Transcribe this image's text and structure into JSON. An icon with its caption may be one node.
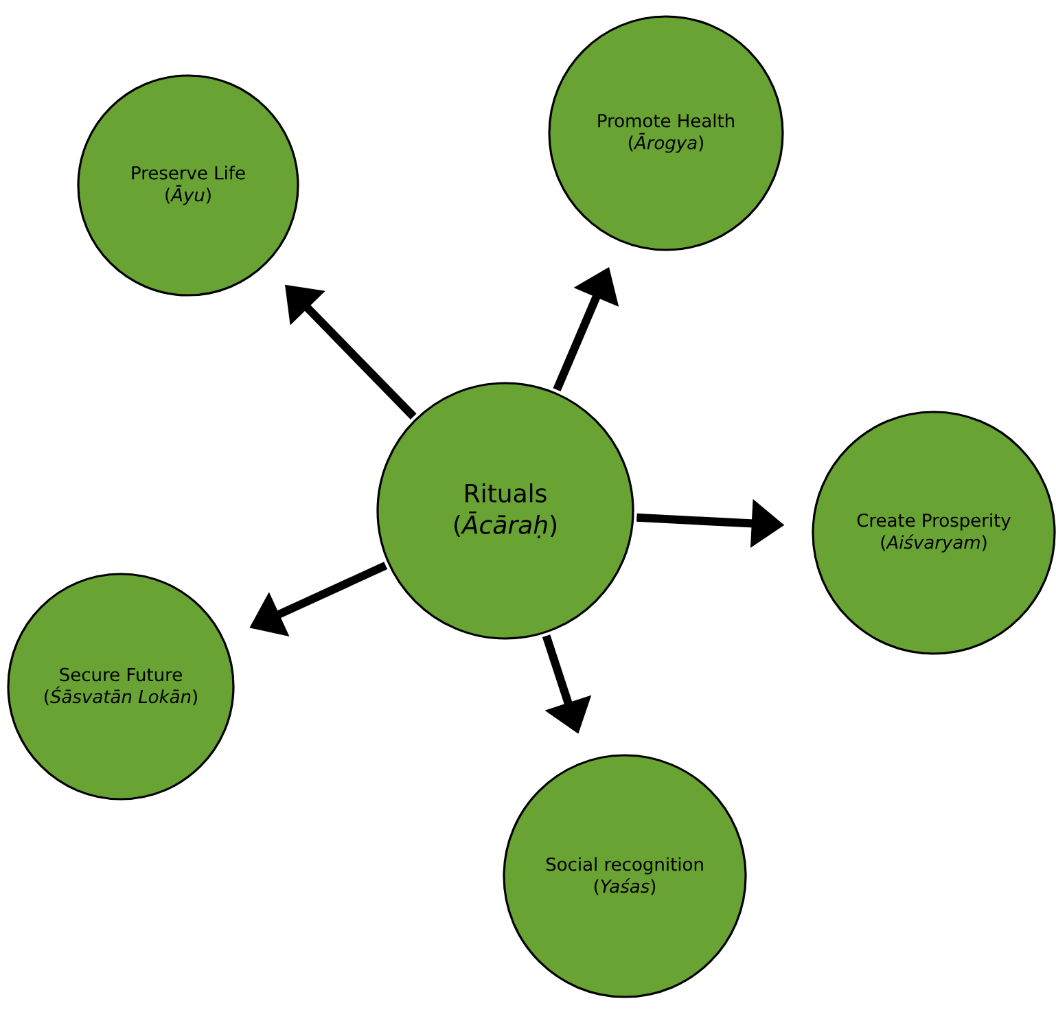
{
  "diagram": {
    "nodes": [
      {
        "text": [
          "Rituals",
          "(*Ācāraḥ*)"
        ]
      },
      {
        "text": [
          "Preserve Life",
          "(*Āyu*)"
        ]
      },
      {
        "text": [
          "Promote Health",
          "(*Ārogya*)"
        ]
      },
      {
        "text": [
          "Create Prosperity",
          "(*Aiśvaryam*)"
        ]
      },
      {
        "text": [
          "Secure Future",
          "(*Śāsvatān Lokān*)"
        ]
      },
      {
        "text": [
          "Social recognition",
          "(*Yaśas*)"
        ]
      }
    ],
    "edges": [
      {
        "from": 0,
        "to": 1,
        "arrow": "to"
      },
      {
        "from": 0,
        "to": 2,
        "arrow": "to"
      },
      {
        "from": 0,
        "to": 3,
        "arrow": "to"
      },
      {
        "from": 0,
        "to": 4,
        "arrow": "to"
      },
      {
        "from": 0,
        "to": 5,
        "arrow": "to"
      }
    ]
  }
}
